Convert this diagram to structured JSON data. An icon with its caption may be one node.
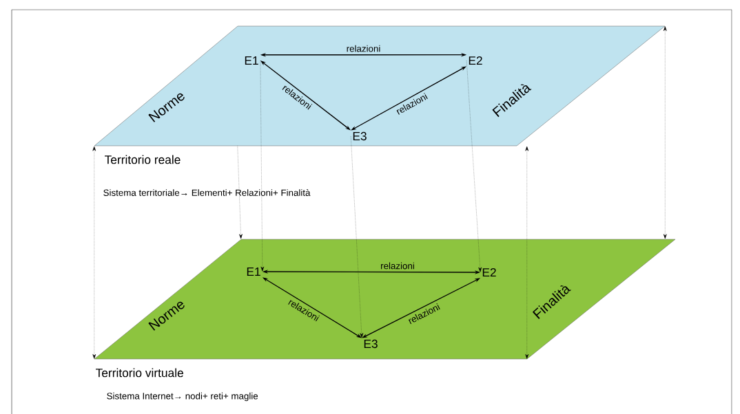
{
  "diagram": {
    "nodes": [
      {
        "text": [
          "Norme",
          "Finalità"
        ],
        "beside": [
          "Territorio reale",
          "Sistema territoriale→ Elementi+ Relazioni+ Finalità"
        ]
      },
      {
        "text": [
          "E1"
        ],
        "in": 0
      },
      {
        "text": [
          "E2"
        ],
        "in": 0
      },
      {
        "text": [
          "E3"
        ],
        "in": 0
      },
      {
        "text": [
          "Norme",
          "Finalità"
        ],
        "beside": [
          "Territorio virtuale",
          "Sistema Internet→ nodi+ reti+ maglie"
        ]
      },
      {
        "text": [
          "E1"
        ],
        "in": 4
      },
      {
        "text": [
          "E2"
        ],
        "in": 4
      },
      {
        "text": [
          "E3"
        ],
        "in": 4
      }
    ],
    "edges": [
      {
        "from": 1,
        "to": 2,
        "arrow": "both",
        "label": "relazioni"
      },
      {
        "from": 1,
        "to": 3,
        "arrow": "both",
        "label": "relazioni"
      },
      {
        "from": 2,
        "to": 3,
        "arrow": "both",
        "label": "relazioni"
      },
      {
        "from": 5,
        "to": 6,
        "arrow": "both",
        "label": "relazioni"
      },
      {
        "from": 5,
        "to": 7,
        "arrow": "both",
        "label": "relazioni"
      },
      {
        "from": 6,
        "to": 7,
        "arrow": "both",
        "label": "relazioni"
      },
      {
        "from": 1,
        "to": 5,
        "arrow": "to",
        "style": "dashed"
      },
      {
        "from": 2,
        "to": 6,
        "arrow": "to",
        "style": "dashed"
      },
      {
        "from": 3,
        "to": 7,
        "arrow": "to",
        "style": "dashed"
      },
      {
        "from": 0,
        "to": 4,
        "arrow": "both",
        "style": "dashed"
      },
      {
        "from": 0,
        "to": 4,
        "arrow": "to",
        "style": "dashed"
      },
      {
        "from": 0,
        "to": 4,
        "arrow": "both",
        "style": "dashed"
      },
      {
        "from": 0,
        "to": 4,
        "arrow": "both",
        "style": "dashed"
      }
    ]
  }
}
